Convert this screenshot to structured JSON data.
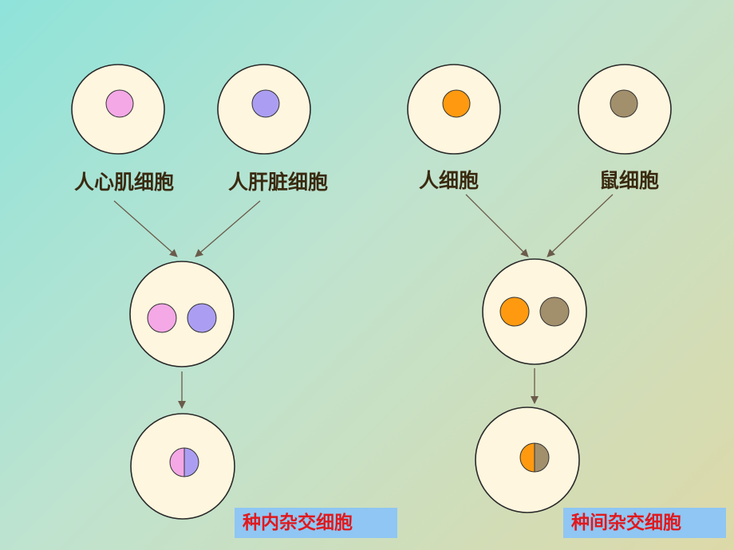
{
  "labels": {
    "human_cardiac_cell": "人心肌细胞",
    "human_liver_cell": "人肝脏细胞",
    "human_cell": "人细胞",
    "mouse_cell": "鼠细胞"
  },
  "tags": {
    "intraspecific_hybrid": "种内杂交细胞",
    "interspecific_hybrid": "种间杂交细胞"
  },
  "colors": {
    "cell_fill": "#fff6df",
    "cardiac_nucleus": "#f4a8e6",
    "liver_nucleus": "#ab9ef2",
    "human_nucleus": "#ff9a10",
    "mouse_nucleus": "#a28f6c",
    "arrow": "#6b5b4b",
    "tag_background": "#8fc6f3",
    "tag_text": "#e0191e"
  }
}
